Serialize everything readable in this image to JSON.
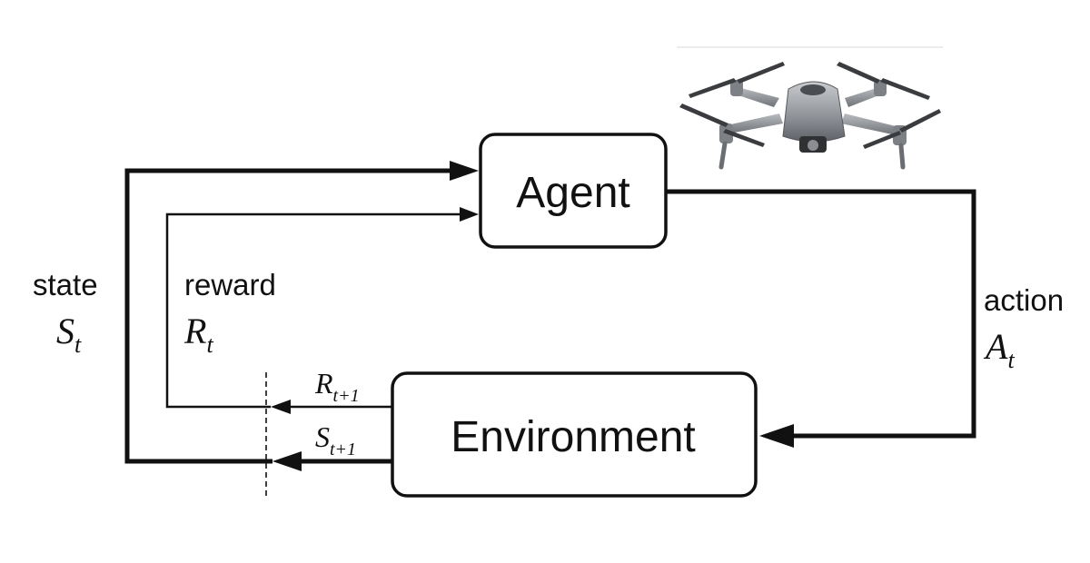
{
  "nodes": {
    "agent": {
      "label": "Agent"
    },
    "environment": {
      "label": "Environment"
    }
  },
  "labels": {
    "state": {
      "word": "state",
      "symbol": "S",
      "subscript": "t"
    },
    "reward": {
      "word": "reward",
      "symbol": "R",
      "subscript": "t"
    },
    "action": {
      "word": "action",
      "symbol": "A",
      "subscript": "t"
    },
    "next_reward": {
      "symbol": "R",
      "subscript": "t+1"
    },
    "next_state": {
      "symbol": "S",
      "subscript": "t+1"
    }
  },
  "image": {
    "icon": "drone-icon"
  }
}
